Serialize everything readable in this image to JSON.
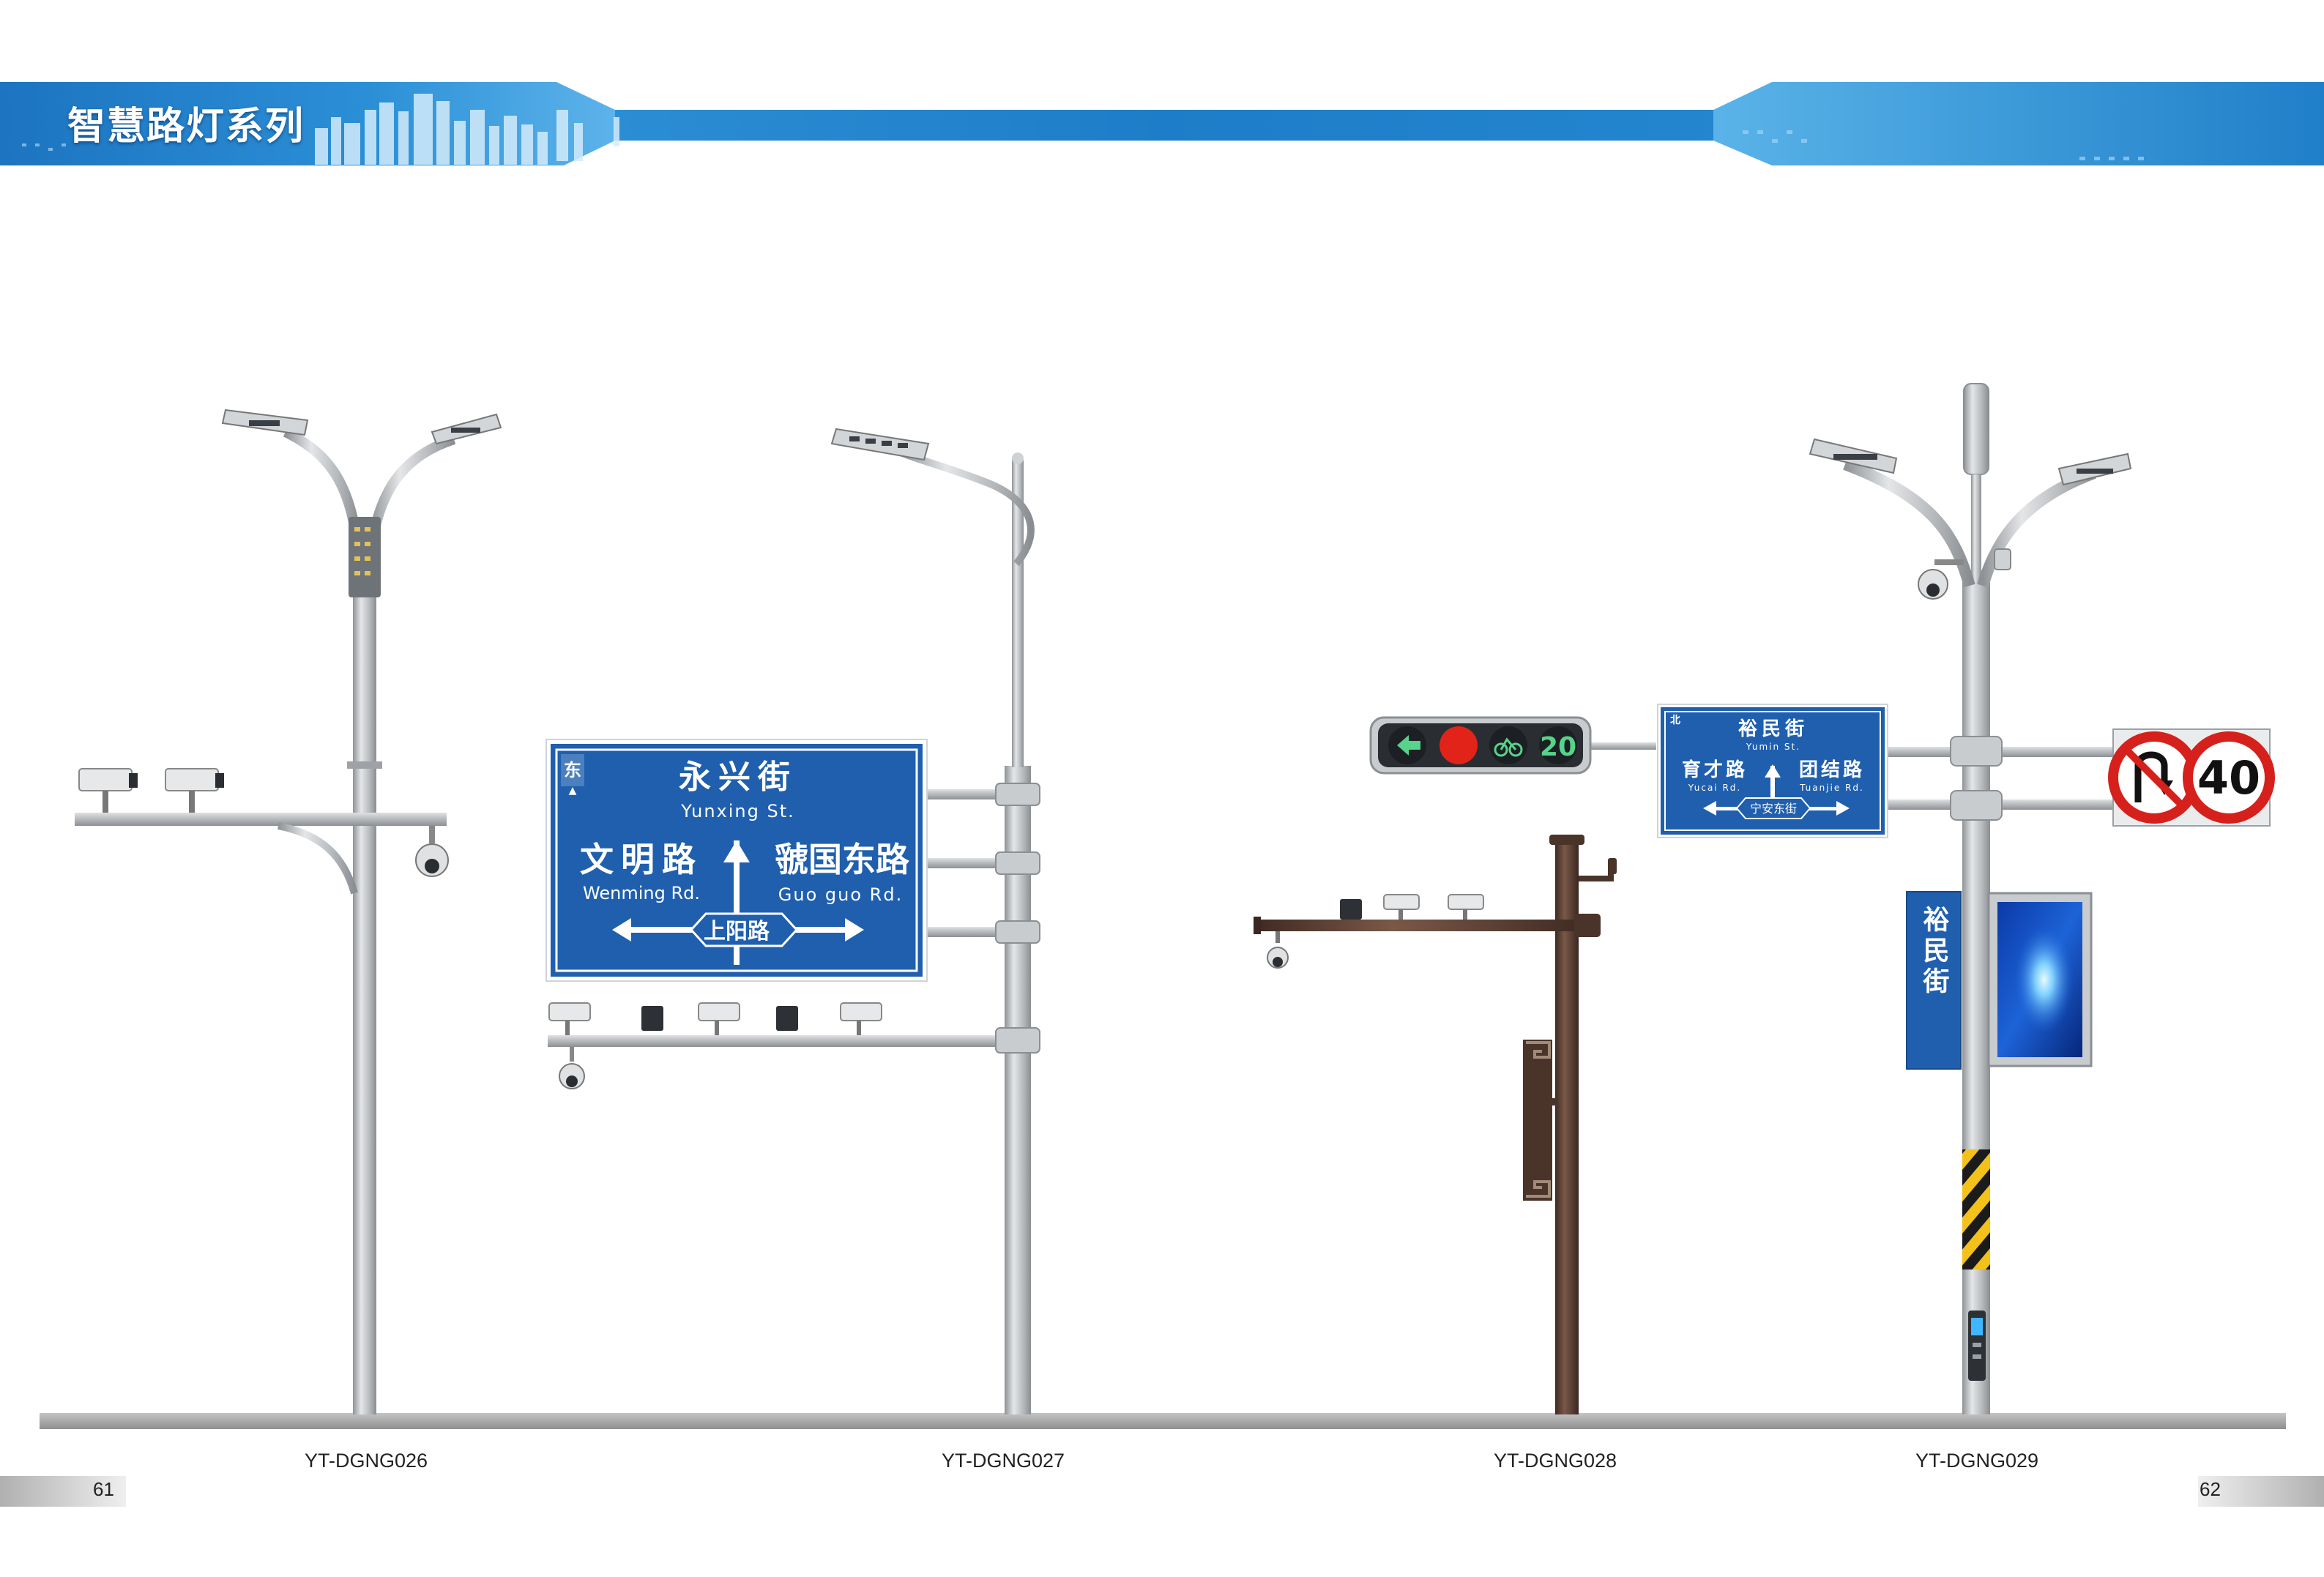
{
  "header": {
    "title": "智慧路灯系列"
  },
  "products": [
    {
      "model": "YT-DGNG026"
    },
    {
      "model": "YT-DGNG027"
    },
    {
      "model": "YT-DGNG028"
    },
    {
      "model": "YT-DGNG029"
    }
  ],
  "sign_027": {
    "direction_badge": "东",
    "top_road_cn": "永兴街",
    "top_road_en": "Yunxing St.",
    "left_road_cn": "文明路",
    "left_road_en": "Wenming Rd.",
    "right_road_cn": "虢国东路",
    "right_road_en": "Guo guo Rd.",
    "bottom_road_cn": "上阳路"
  },
  "sign_029": {
    "direction_badge": "北",
    "top_road_cn": "裕民街",
    "top_road_en": "Yumin St.",
    "left_road_cn": "育才路",
    "left_road_en": "Yucai Rd.",
    "right_road_cn": "团结路",
    "right_road_en": "Tuanjie Rd.",
    "bottom_road_cn": "宁安东街",
    "banner_text": "裕民街",
    "speed_limit": "40"
  },
  "traffic_light": {
    "countdown": "20"
  },
  "pages": {
    "left": "61",
    "right": "62"
  },
  "colors": {
    "header_blue": "#1a7cc7",
    "sign_blue": "#1f5fae",
    "pole_gray": "#b9bcbf",
    "pole_bronze": "#5a4034",
    "ground": "#a8a8a8"
  }
}
